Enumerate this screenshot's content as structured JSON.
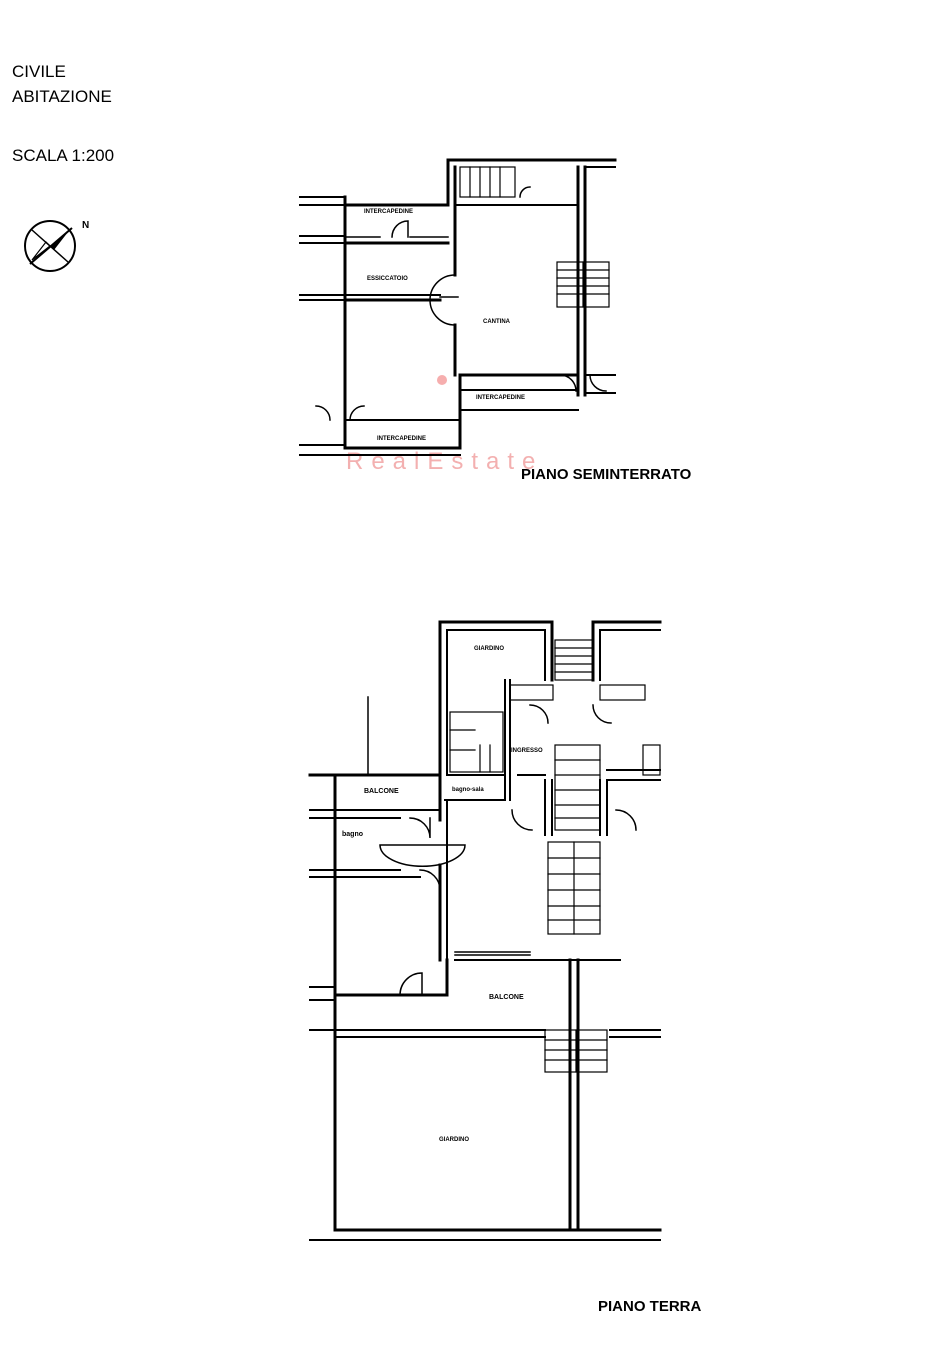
{
  "header": {
    "type_line1": "CIVILE",
    "type_line2": "ABITAZIONE",
    "scale": "SCALA 1:200",
    "north": "N"
  },
  "watermark": "RealEstate",
  "basement": {
    "title": "PIANO SEMINTERRATO",
    "rooms": {
      "intercapedine_top": "INTERCAPEDINE",
      "essiccatoio": "ESSICCATOIO",
      "cantina": "CANTINA",
      "intercapedine_right": "INTERCAPEDINE",
      "intercapedine_bottom": "INTERCAPEDINE"
    }
  },
  "ground": {
    "title": "PIANO TERRA",
    "rooms": {
      "giardino_top": "GIARDINO",
      "ingresso": "INGRESSO",
      "balcone_left": "BALCONE",
      "soggiorno": "bagno-sala",
      "bagno": "bagno",
      "balcone_bottom": "BALCONE",
      "giardino_bottom": "GIARDINO"
    }
  }
}
